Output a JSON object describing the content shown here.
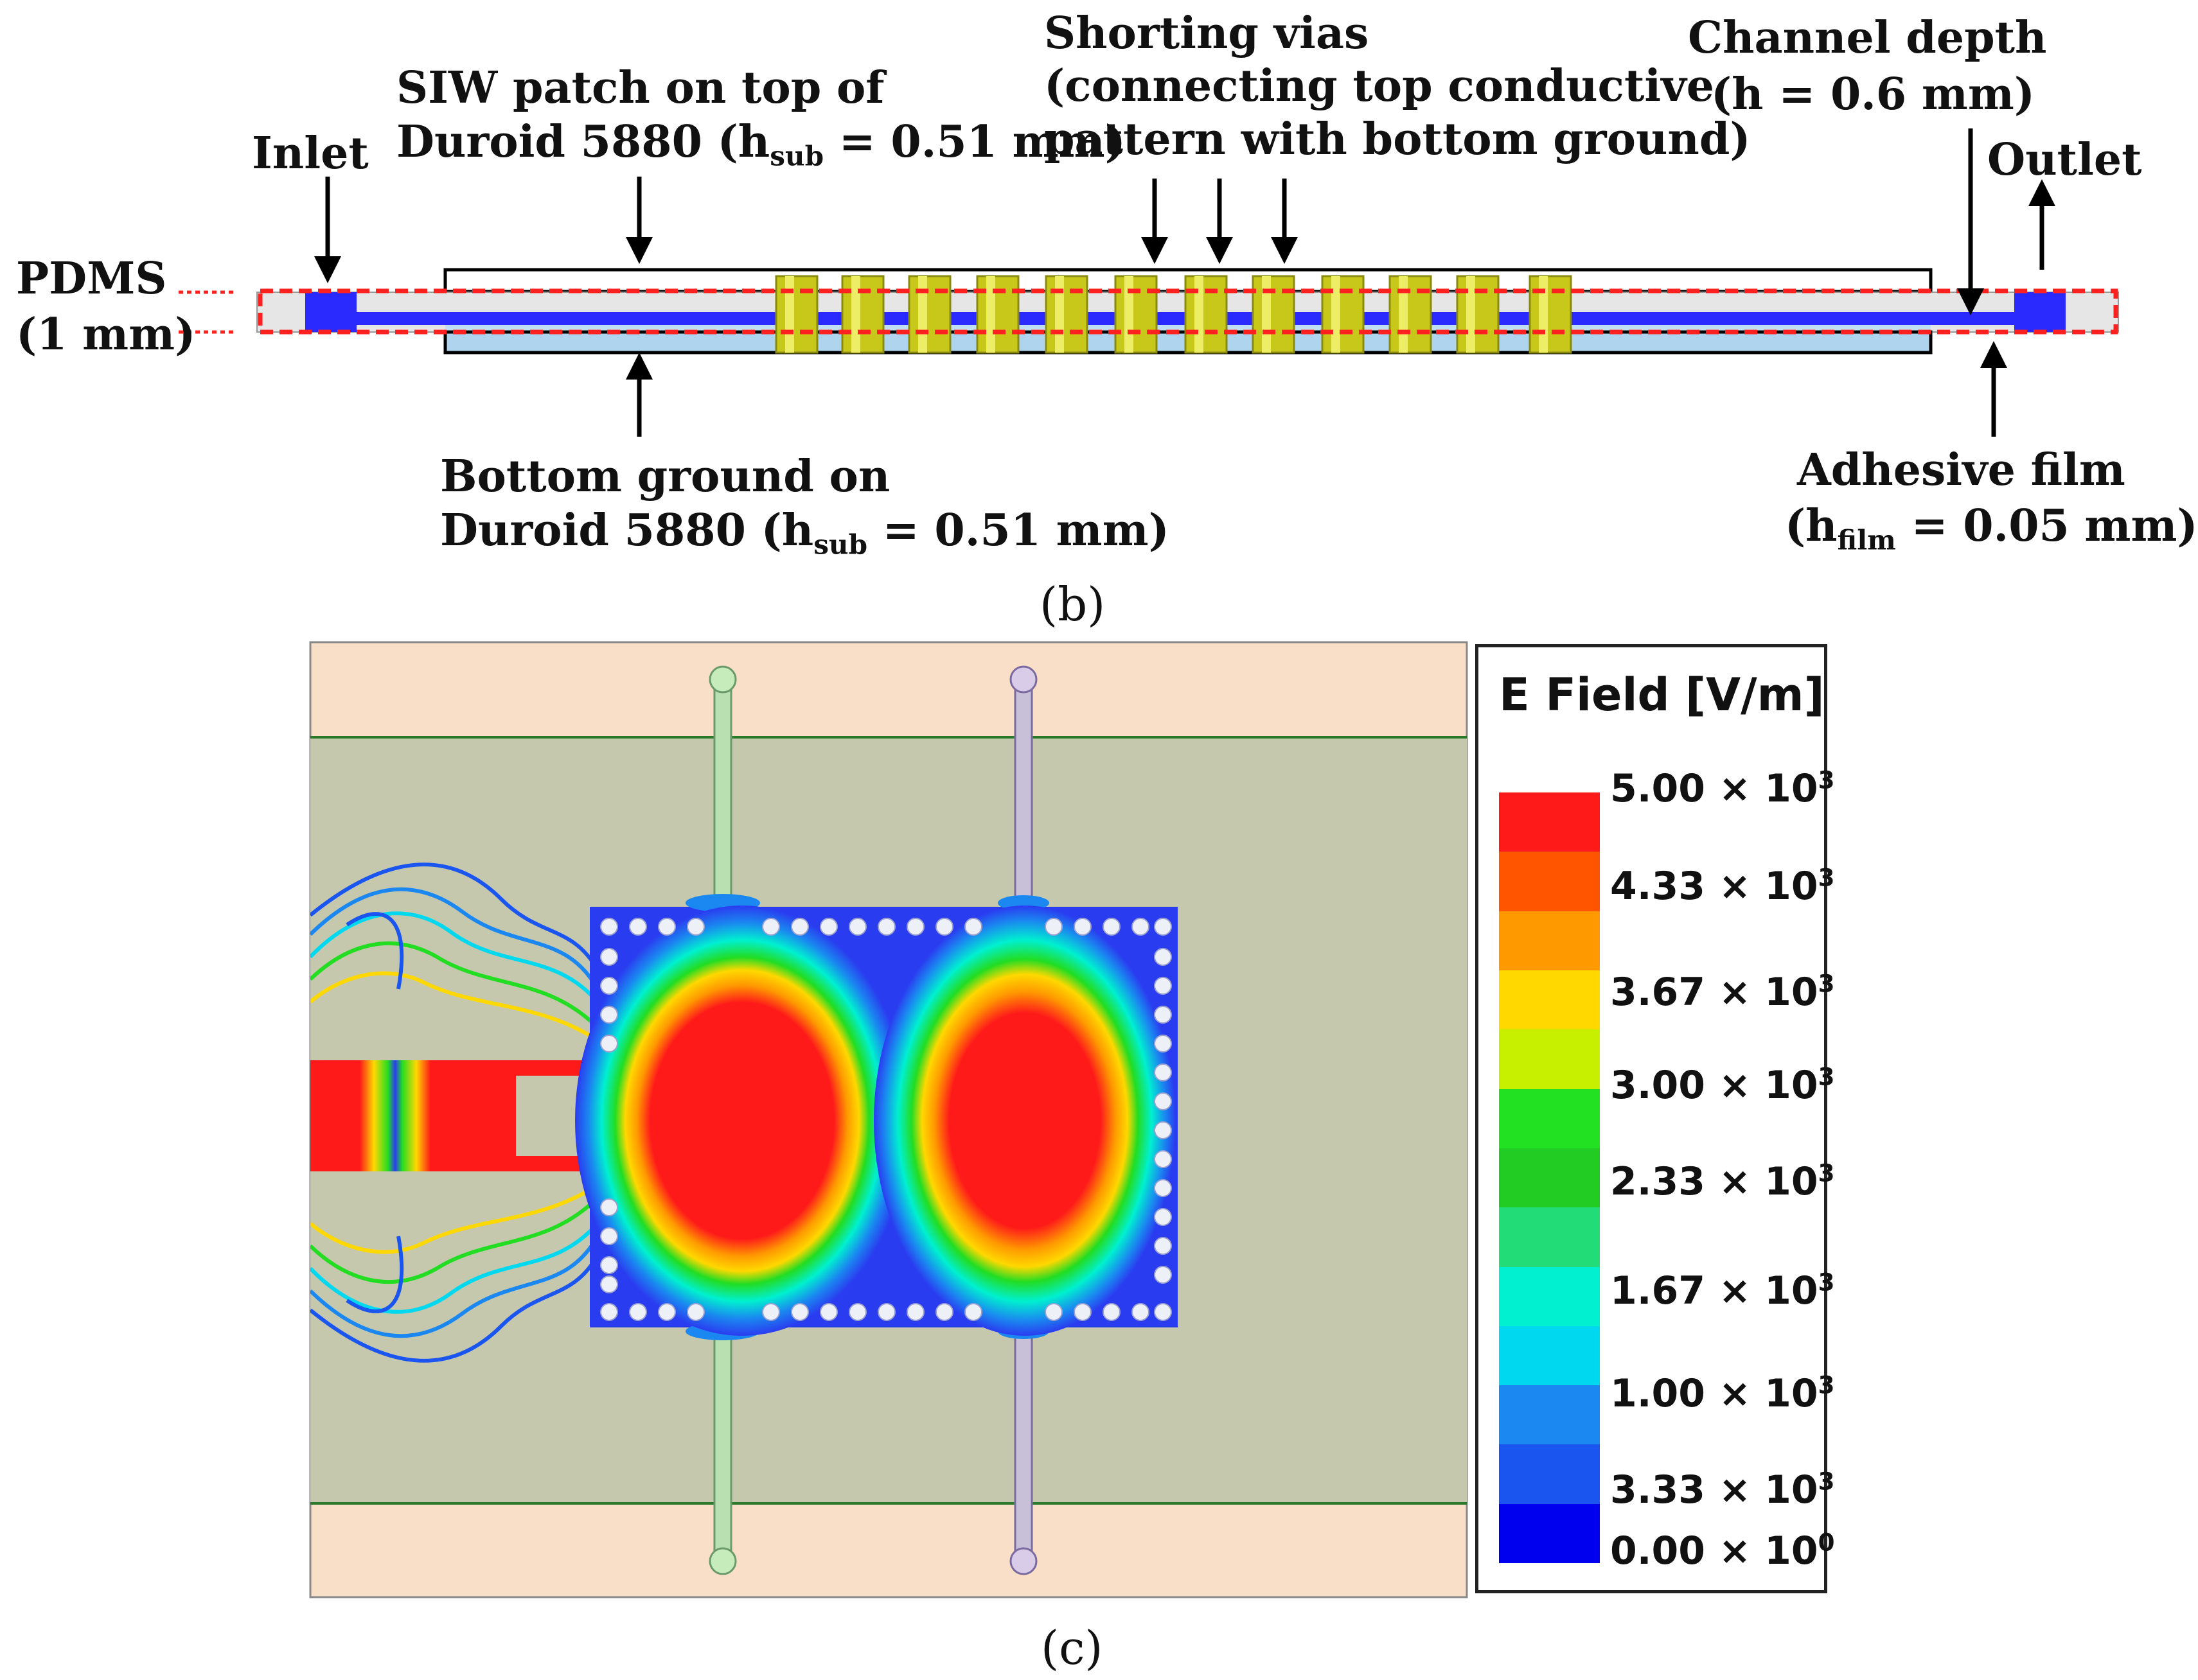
{
  "panel_b": {
    "caption": "(b)",
    "labels": {
      "inlet": "Inlet",
      "outlet": "Outlet",
      "pdms_line1": "PDMS",
      "pdms_line2": "(1 mm)",
      "siw_line1": "SIW patch on top of",
      "siw_line2_pre": "Duroid 5880 (h",
      "siw_line2_sub": "sub",
      "siw_line2_post": " = 0.51 mm)",
      "vias_line1": "Shorting vias",
      "vias_line2": "(connecting top conductive",
      "vias_line3": "pattern with bottom ground)",
      "channel_line1": "Channel depth",
      "channel_line2": "(h = 0.6 mm)",
      "ground_line1": "Bottom ground on",
      "ground_line2_pre": "Duroid 5880 (h",
      "ground_line2_sub": "sub",
      "ground_line2_post": " = 0.51 mm)",
      "film_line1": "Adhesive film",
      "film_line2_pre": "(h",
      "film_line2_sub": "film",
      "film_line2_post": " = 0.05 mm)"
    },
    "colors": {
      "channel": "#2a2aff",
      "pdms": "#e6e6e6",
      "substrate": "#aed4ee",
      "via": "#c8c81a",
      "dashed": "#ff2020"
    }
  },
  "panel_c": {
    "caption": "(c)",
    "legend_title": "E Field [V/m]",
    "legend_ticks": [
      {
        "mantissa": "5.00 × 10",
        "exp": "3"
      },
      {
        "mantissa": "4.33 × 10",
        "exp": "3"
      },
      {
        "mantissa": "3.67 × 10",
        "exp": "3"
      },
      {
        "mantissa": "3.00 × 10",
        "exp": "3"
      },
      {
        "mantissa": "2.33 × 10",
        "exp": "3"
      },
      {
        "mantissa": "1.67 × 10",
        "exp": "3"
      },
      {
        "mantissa": "1.00 × 10",
        "exp": "3"
      },
      {
        "mantissa": "3.33 × 10",
        "exp": "3"
      },
      {
        "mantissa": "0.00 × 10",
        "exp": "0"
      }
    ],
    "colormap": [
      "#ff1a1a",
      "#ff5500",
      "#ff9900",
      "#ffd800",
      "#c6f000",
      "#22e022",
      "#22cc22",
      "#22dd77",
      "#00f0d0",
      "#00d8f0",
      "#1a88f0",
      "#1a55f0",
      "#0000ee"
    ],
    "colors": {
      "background_outer": "#f9dfc8",
      "background_inner": "#c5c8ad",
      "patch": "#2a3cf0"
    }
  }
}
